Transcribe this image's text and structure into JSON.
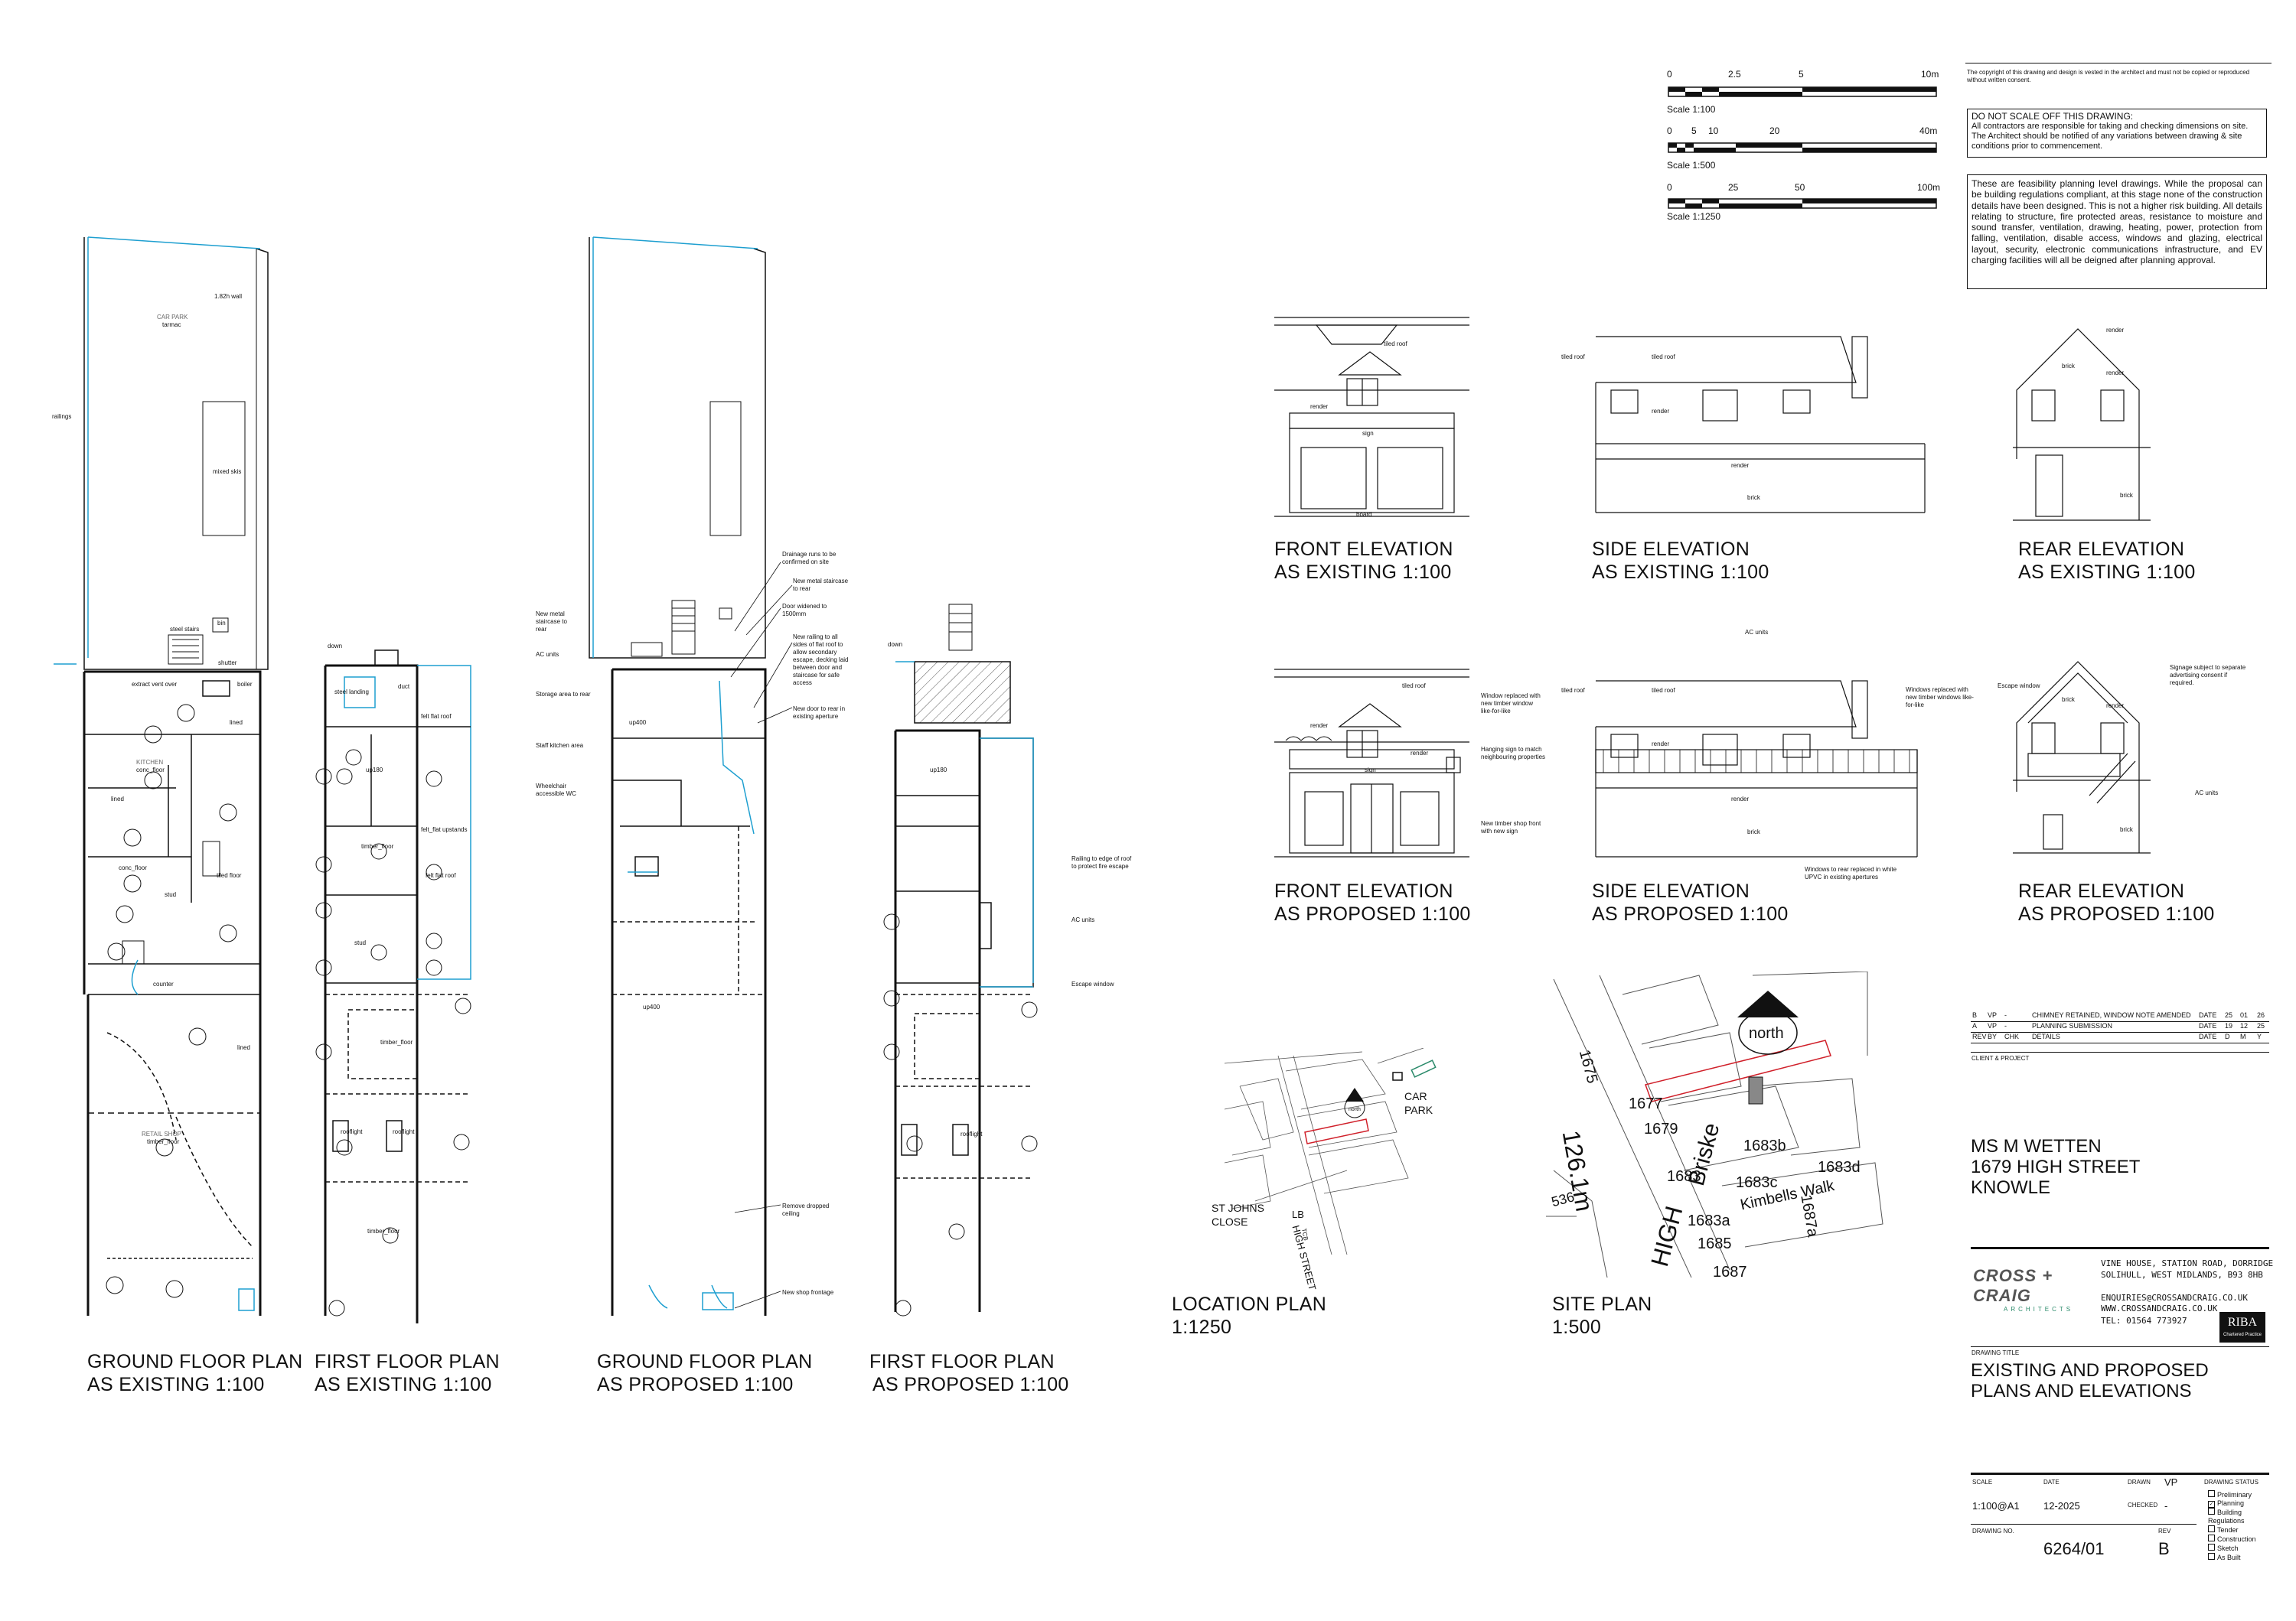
{
  "scales": [
    {
      "ticks": [
        "0",
        "2.5",
        "5",
        "10m"
      ],
      "label": "Scale 1:100"
    },
    {
      "ticks": [
        "0",
        "5",
        "10",
        "20",
        "40m"
      ],
      "label": "Scale 1:500"
    },
    {
      "ticks": [
        "0",
        "25",
        "50",
        "100m"
      ],
      "label": "Scale 1:1250"
    }
  ],
  "notes": {
    "copyright": "The copyright of this drawing and design is vested in the architect and must not be copied or reproduced without written consent.",
    "dnsTitle": "DO NOT SCALE OFF THIS DRAWING:",
    "dnsBody": "All contractors are responsible for taking and checking dimensions on site. The Architect should be notified of any variations between drawing & site conditions prior to commencement.",
    "feasibility": "These are feasibility planning level drawings. While the proposal can be building regulations compliant, at this stage none of the construction details have been designed. This is not a higher risk building. All details relating to structure, fire protected areas, resistance to moisture and sound transfer, ventilation, drawing, heating, power, protection from falling, ventilation, disable access, windows and glazing, electrical layout, security, electronic communications infrastructure, and EV charging facilities will all be deigned after planning approval."
  },
  "captions": {
    "gfExisting": [
      "GROUND FLOOR PLAN",
      "AS EXISTING 1:100"
    ],
    "ffExisting": [
      "FIRST FLOOR PLAN",
      "AS EXISTING 1:100"
    ],
    "gfProposed": [
      "GROUND FLOOR PLAN",
      "AS PROPOSED 1:100"
    ],
    "ffProposed": [
      "FIRST FLOOR PLAN",
      "AS PROPOSED 1:100"
    ],
    "frontExisting": [
      "FRONT ELEVATION",
      "AS EXISTING 1:100"
    ],
    "sideExisting": [
      "SIDE  ELEVATION",
      "AS EXISTING 1:100"
    ],
    "rearExisting": [
      "REAR ELEVATION",
      "AS EXISTING 1:100"
    ],
    "frontProposed": [
      "FRONT ELEVATION",
      "AS PROPOSED 1:100"
    ],
    "sideProposed": [
      "SIDE  ELEVATION",
      "AS  PROPOSED 1:100"
    ],
    "rearProposed": [
      "REAR ELEVATION",
      "AS PROPOSED 1:100"
    ],
    "location": [
      "LOCATION PLAN",
      "1:1250"
    ],
    "site": [
      "SITE PLAN",
      "1:500"
    ]
  },
  "planLabels": {
    "carPark": "CAR PARK",
    "tarmac": "tarmac",
    "mixedSkis": "mixed skis",
    "wall": "1.82h wall",
    "railings": "railings",
    "steelStairs": "steel stairs",
    "bin": "bin",
    "extractVent": "extract vent over",
    "shutter": "shutter",
    "boiler": "boiler",
    "kitchen": "KITCHEN",
    "concFloor": "conc_floor",
    "lined": "lined",
    "tiledFloor": "tiled floor",
    "stud": "stud",
    "counter": "counter",
    "retailShop": "RETAIL SHOP",
    "timberFloor": "timber_floor",
    "down": "down",
    "steelLanding": "steel landing",
    "duct": "duct",
    "feltFlatRoof": "felt flat roof",
    "feltFlatUpstands": "felt_flat upstands",
    "rooflight": "rooflight",
    "up400": "up400",
    "up180": "up180"
  },
  "proposedNotes": {
    "drainage": "Drainage runs to be confirmed on site",
    "newStairRear": "New metal staircase to rear",
    "doorWidened": "Door widened to 1500mm",
    "newRailing": "New railing to all sides of flat roof to allow secondary escape, decking laid between door and staircase for safe access",
    "newDoorRear": "New door to rear in existing aperture",
    "newStaircase": "New metal staircase to rear",
    "acUnits": "AC units",
    "storage": "Storage area to rear",
    "staffKitchen": "Staff kitchen area",
    "wheelchairWC": "Wheelchair accessible WC",
    "removeCeiling": "Remove dropped ceiling",
    "newShopFront": "New shop frontage",
    "railingFF": "Railing to edge of roof to protect fire escape",
    "acUnitsFF": "AC units",
    "escapeWindow": "Escape window"
  },
  "elevationLabels": {
    "tiledRoof": "tiled roof",
    "render": "render",
    "sign": "sign",
    "board": "board",
    "brick": "brick",
    "windowReplaced": "Window replaced with new timber window like-for-like",
    "hangingSign": "Hanging sign to match neighbouring properties",
    "newShopFront": "New timber shop front with new sign",
    "acUnits": "AC units",
    "windowsReplaced": "Windows replaced with new timber windows like-for-like",
    "upvcWindows": "Windows to rear replaced in white UPVC in existing apertures",
    "escapeWindow": "Escape window",
    "signage": "Signage subject to separate advertising consent if required."
  },
  "mapLabels": {
    "north": "north",
    "carPark": "CAR PARK",
    "stJohns": "ST JOHNS CLOSE",
    "highStreet": "HIGH STREET",
    "lb": "LB",
    "tcb": "TCB",
    "site": {
      "road": "126.1m",
      "brisk": "Briske",
      "high": "HIGH",
      "kimbells": "Kimbells Walk",
      "nums": [
        "1675",
        "1677",
        "1679",
        "1683",
        "1683b",
        "1683c",
        "1683d",
        "1683a",
        "1685",
        "1687",
        "1687a",
        "536"
      ]
    }
  },
  "revisions": [
    {
      "rev": "B",
      "by": "VP",
      "chk": "-",
      "details": "CHIMNEY RETAINED, WINDOW NOTE AMENDED",
      "d": "25",
      "m": "01",
      "y": "26"
    },
    {
      "rev": "A",
      "by": "VP",
      "chk": "-",
      "details": "PLANNING SUBMISSION",
      "d": "19",
      "m": "12",
      "y": "25"
    },
    {
      "rev": "REV",
      "by": "BY",
      "chk": "CHK",
      "details": "DETAILS",
      "d": "D",
      "m": "M",
      "y": "Y"
    }
  ],
  "revisionDateLabel": "DATE",
  "clientLabel": "CLIENT & PROJECT",
  "client": [
    "MS M WETTEN",
    "1679 HIGH STREET",
    "KNOWLE"
  ],
  "practice": {
    "name": "CROSS + CRAIG",
    "tag": "ARCHITECTS",
    "address": [
      "VINE HOUSE, STATION ROAD, DORRIDGE",
      "SOLIHULL, WEST MIDLANDS, B93 8HB"
    ],
    "email": "ENQUIRIES@CROSSANDCRAIG.CO.UK",
    "web": "WWW.CROSSANDCRAIG.CO.UK",
    "tel": "TEL: 01564 773927",
    "riba": "RIBA",
    "ribaSub": "Chartered Practice"
  },
  "drawingTitleLabel": "DRAWING TITLE",
  "drawingTitle": [
    "EXISTING AND PROPOSED",
    "PLANS AND ELEVATIONS"
  ],
  "titleBlock": {
    "scaleLabel": "SCALE",
    "scale": "1:100@A1",
    "dateLabel": "DATE",
    "date": "12-2025",
    "drawnLabel": "DRAWN",
    "drawn": "VP",
    "checkedLabel": "CHECKED",
    "checked": "-",
    "statusLabel": "DRAWING STATUS",
    "drawingNoLabel": "DRAWING NO.",
    "drawingNo": "6264/01",
    "revLabel": "REV",
    "rev": "B"
  },
  "statuses": [
    {
      "label": "Preliminary",
      "checked": false
    },
    {
      "label": "Planning",
      "checked": true
    },
    {
      "label": "Building Regulations",
      "checked": false
    },
    {
      "label": "Tender",
      "checked": false
    },
    {
      "label": "Construction",
      "checked": false
    },
    {
      "label": "Sketch",
      "checked": false
    },
    {
      "label": "As Built",
      "checked": false
    }
  ],
  "colors": {
    "line": "#111111",
    "blue": "#1e9fd0",
    "red": "#d0202a",
    "green": "#2a8a6a"
  }
}
